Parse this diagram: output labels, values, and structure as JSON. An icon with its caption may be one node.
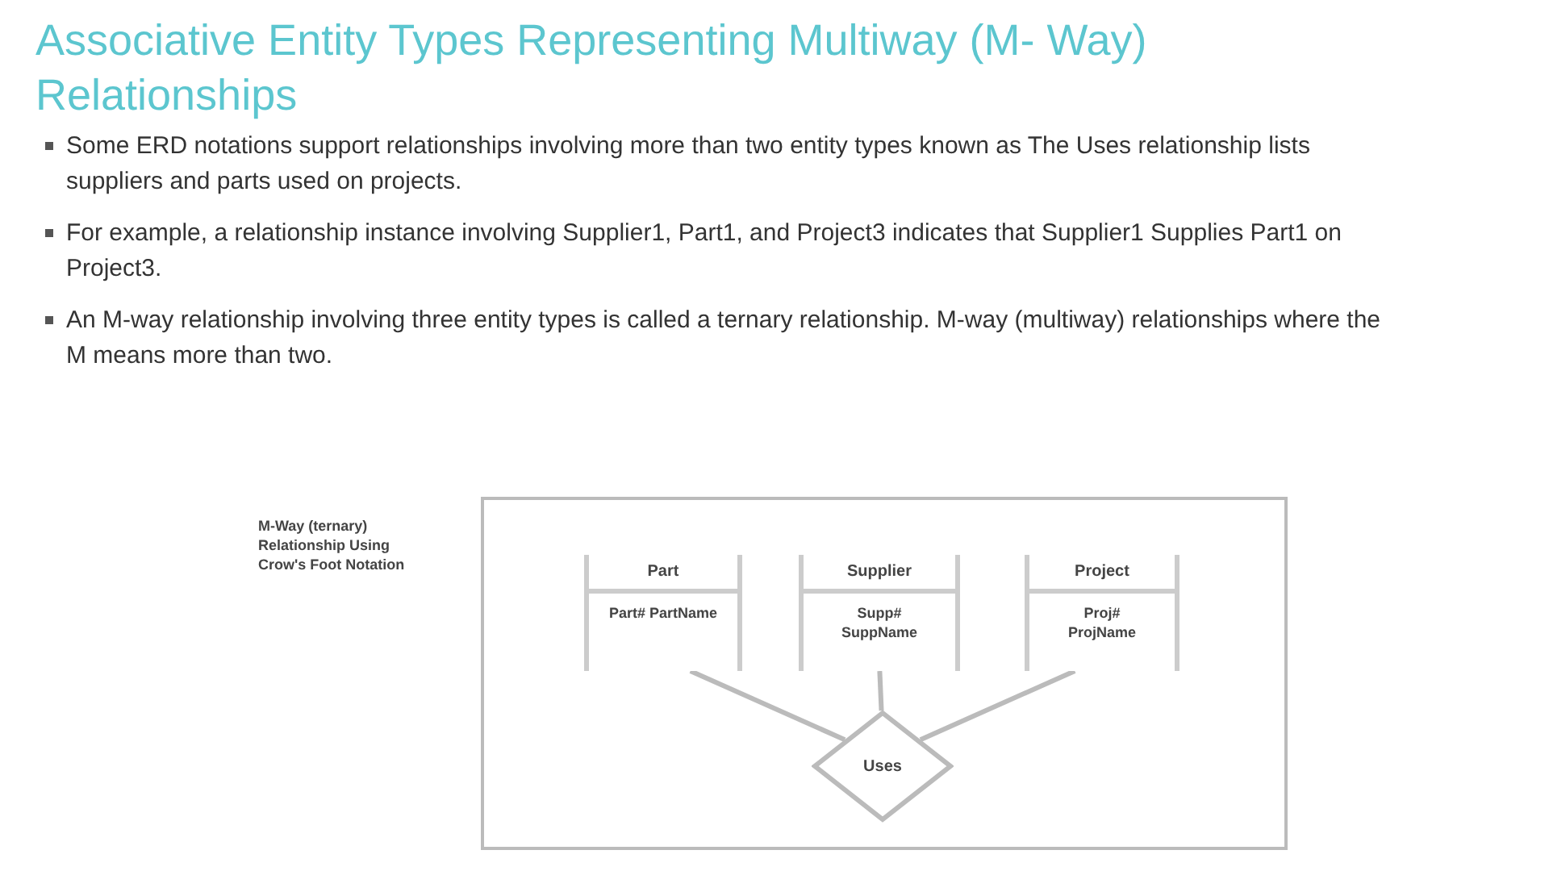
{
  "diagram": {
    "title": "Associative Entity Types Representing Multiway (M- Way) Relationships",
    "nodes": [
      {
        "text": [],
        "shape": "box"
      },
      {
        "text": [
          "Part",
          "Part# PartName"
        ],
        "in": 0
      },
      {
        "text": [
          "Supplier",
          "Supp# SuppName"
        ],
        "in": 0
      },
      {
        "text": [
          "Project",
          "Proj# ProjName"
        ],
        "in": 0
      },
      {
        "text": [
          "Uses"
        ],
        "in": 0
      }
    ],
    "edges": [
      {
        "from": 4,
        "to": 1,
        "arrow": "none"
      },
      {
        "from": 4,
        "to": 2,
        "arrow": "none"
      },
      {
        "from": 4,
        "to": 3,
        "arrow": "none"
      }
    ],
    "labels": [
      "Some ERD notations support relationships involving more than two entity types known as The Uses relationship lists suppliers and parts used on projects.",
      "For example, a relationship instance involving Supplier1, Part1, and Project3 indicates that Supplier1 Supplies Part1 on Project3.",
      "An M-way relationship involving three entity types is called a ternary relationship. M-way (multiway) relationships where the M means more than two.",
      "M-Way (ternary) Relationship Using Crow's Foot Notation"
    ]
  }
}
